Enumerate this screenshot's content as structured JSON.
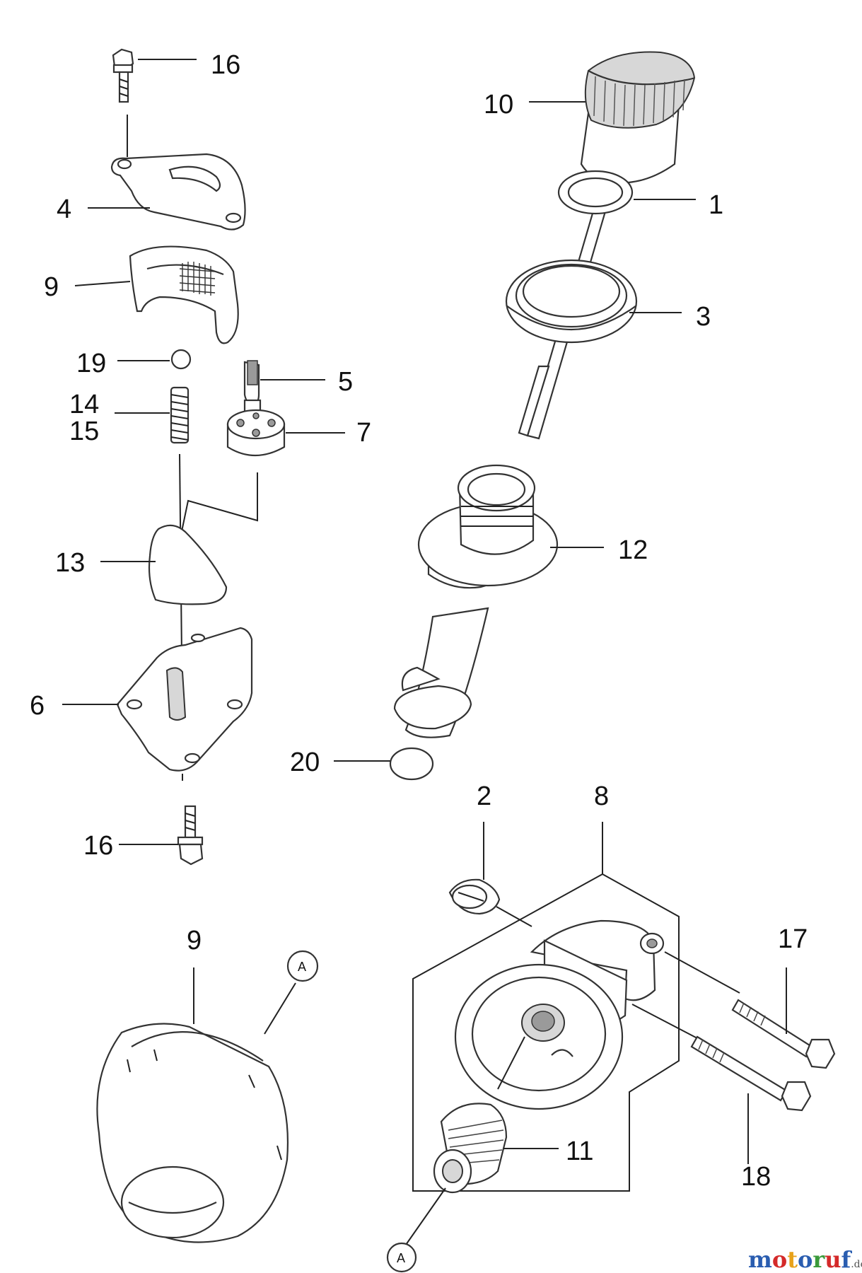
{
  "diagram": {
    "callouts": {
      "c16_top": "16",
      "c4": "4",
      "c9_top": "9",
      "c19": "19",
      "c14": "14",
      "c15": "15",
      "c5": "5",
      "c7": "7",
      "c13": "13",
      "c6": "6",
      "c16_bottom": "16",
      "c9_bottom": "9",
      "c10": "10",
      "c1": "1",
      "c3": "3",
      "c12": "12",
      "c20": "20",
      "c2": "2",
      "c8": "8",
      "c17": "17",
      "c11": "11",
      "c18": "18"
    },
    "reference_marks": {
      "a_upper": "A",
      "a_lower": "A"
    }
  },
  "watermark": {
    "brand_parts": [
      "m",
      "o",
      "t",
      "o",
      "r",
      "u",
      "f"
    ],
    "domain": ".de",
    "colors": [
      "#2a5db0",
      "#d42a2a",
      "#e8a21a",
      "#2a5db0",
      "#3a9a3a",
      "#d42a2a",
      "#2a5db0"
    ]
  }
}
